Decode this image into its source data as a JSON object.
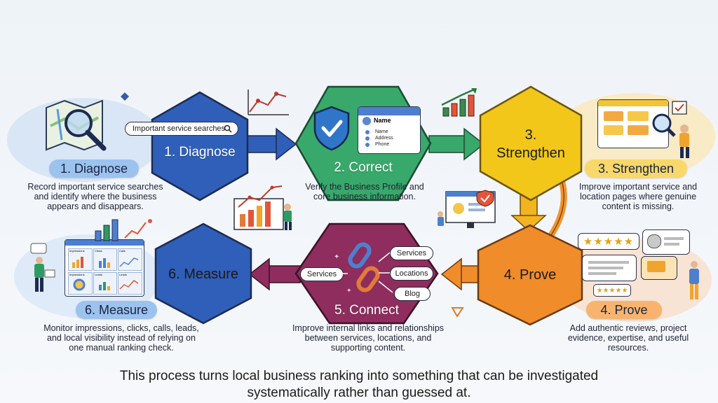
{
  "steps": [
    {
      "hex_label": "1. Diagnose",
      "pill": "1. Diagnose",
      "desc": [
        "Record important service searches",
        "and identify where the business",
        "appears and disappears."
      ],
      "color": "#2f5fb8",
      "pill_color": "#9cc2ee"
    },
    {
      "hex_label": "2. Correct",
      "desc": [
        "Verify the Business Profile and",
        "core business information."
      ],
      "color": "#38a86b"
    },
    {
      "hex_label_lines": [
        "3.",
        "Strengthen"
      ],
      "pill": "3. Strengthen",
      "desc": [
        "Improve important service and",
        "location pages where genuine",
        "content is missing."
      ],
      "color": "#f2c71a",
      "pill_color": "#f8d86a"
    },
    {
      "hex_label": "4. Prove",
      "pill": "4. Prove",
      "desc": [
        "Add authentic reviews, project",
        "evidence, expertise, and useful",
        "resources."
      ],
      "color": "#f08c2a",
      "pill_color": "#f8b46f"
    },
    {
      "hex_label": "5. Connect",
      "desc": [
        "Improve internal links and relationships",
        "between services, locations, and",
        "supporting content."
      ],
      "color": "#8e2d5e"
    },
    {
      "hex_label": "6. Measure",
      "pill": "6. Measure",
      "desc": [
        "Monitor impressions, clicks, calls, leads,",
        "and local visibility instead of relying on",
        "one manual ranking check."
      ],
      "color": "#2f5fb8",
      "pill_color": "#9cc2ee"
    }
  ],
  "diagnose_search": "Important service searches",
  "correct_profile": {
    "header": "Name",
    "rows": [
      "Name",
      "Address",
      "Phone"
    ]
  },
  "connect_chips": {
    "left": "Services",
    "right": [
      "Services",
      "Locations",
      "Blog"
    ]
  },
  "measure_tiles": [
    "Impressions",
    "Clicks",
    "Calls",
    "Impressions",
    "Leads",
    "Leads"
  ],
  "caption_lines": [
    "This process turns local business ranking into something that can be investigated",
    "systematically rather than guessed at."
  ]
}
